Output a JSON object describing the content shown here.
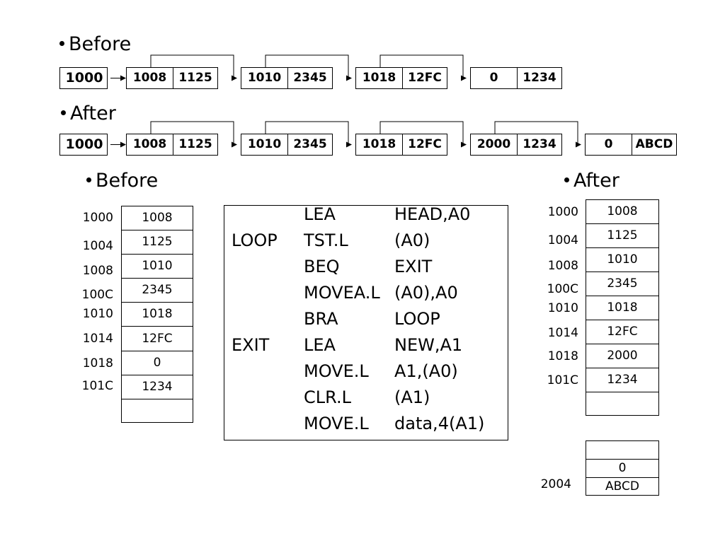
{
  "top_before": {
    "heading": "Before",
    "head": "1000",
    "nodes": [
      {
        "next": "1008",
        "data": "1125"
      },
      {
        "next": "1010",
        "data": "2345"
      },
      {
        "next": "1018",
        "data": "12FC"
      },
      {
        "next": "0",
        "data": "1234"
      }
    ]
  },
  "top_after": {
    "heading": "After",
    "head": "1000",
    "nodes": [
      {
        "next": "1008",
        "data": "1125"
      },
      {
        "next": "1010",
        "data": "2345"
      },
      {
        "next": "1018",
        "data": "12FC"
      },
      {
        "next": "2000",
        "data": "1234"
      },
      {
        "next": "0",
        "data": "ABCD"
      }
    ]
  },
  "memory_before": {
    "heading": "Before",
    "addresses": [
      "1000",
      "1004",
      "1008",
      "100C",
      "1010",
      "1014",
      "1018",
      "101C"
    ],
    "values": [
      "1008",
      "1125",
      "1010",
      "2345",
      "1018",
      "12FC",
      "0",
      "1234",
      ""
    ]
  },
  "memory_after": {
    "heading": "After",
    "addresses": [
      "1000",
      "1004",
      "1008",
      "100C",
      "1010",
      "1014",
      "1018",
      "101C"
    ],
    "values": [
      "1008",
      "1125",
      "1010",
      "2345",
      "1018",
      "12FC",
      "2000",
      "1234",
      ""
    ],
    "new_node_address": "2004",
    "new_node_values": [
      "",
      "0",
      "ABCD"
    ]
  },
  "code": [
    {
      "label": "",
      "op": "LEA",
      "operand": "HEAD,A0"
    },
    {
      "label": "LOOP",
      "op": "TST.L",
      "operand": "(A0)"
    },
    {
      "label": "",
      "op": "BEQ",
      "operand": "EXIT"
    },
    {
      "label": "",
      "op": "MOVEA.L",
      "operand": "(A0),A0"
    },
    {
      "label": "",
      "op": "BRA",
      "operand": "LOOP"
    },
    {
      "label": "EXIT",
      "op": "LEA",
      "operand": "NEW,A1"
    },
    {
      "label": "",
      "op": "MOVE.L",
      "operand": "A1,(A0)"
    },
    {
      "label": "",
      "op": "CLR.L",
      "operand": "(A1)"
    },
    {
      "label": "",
      "op": "MOVE.L",
      "operand": "data,4(A1)"
    }
  ]
}
